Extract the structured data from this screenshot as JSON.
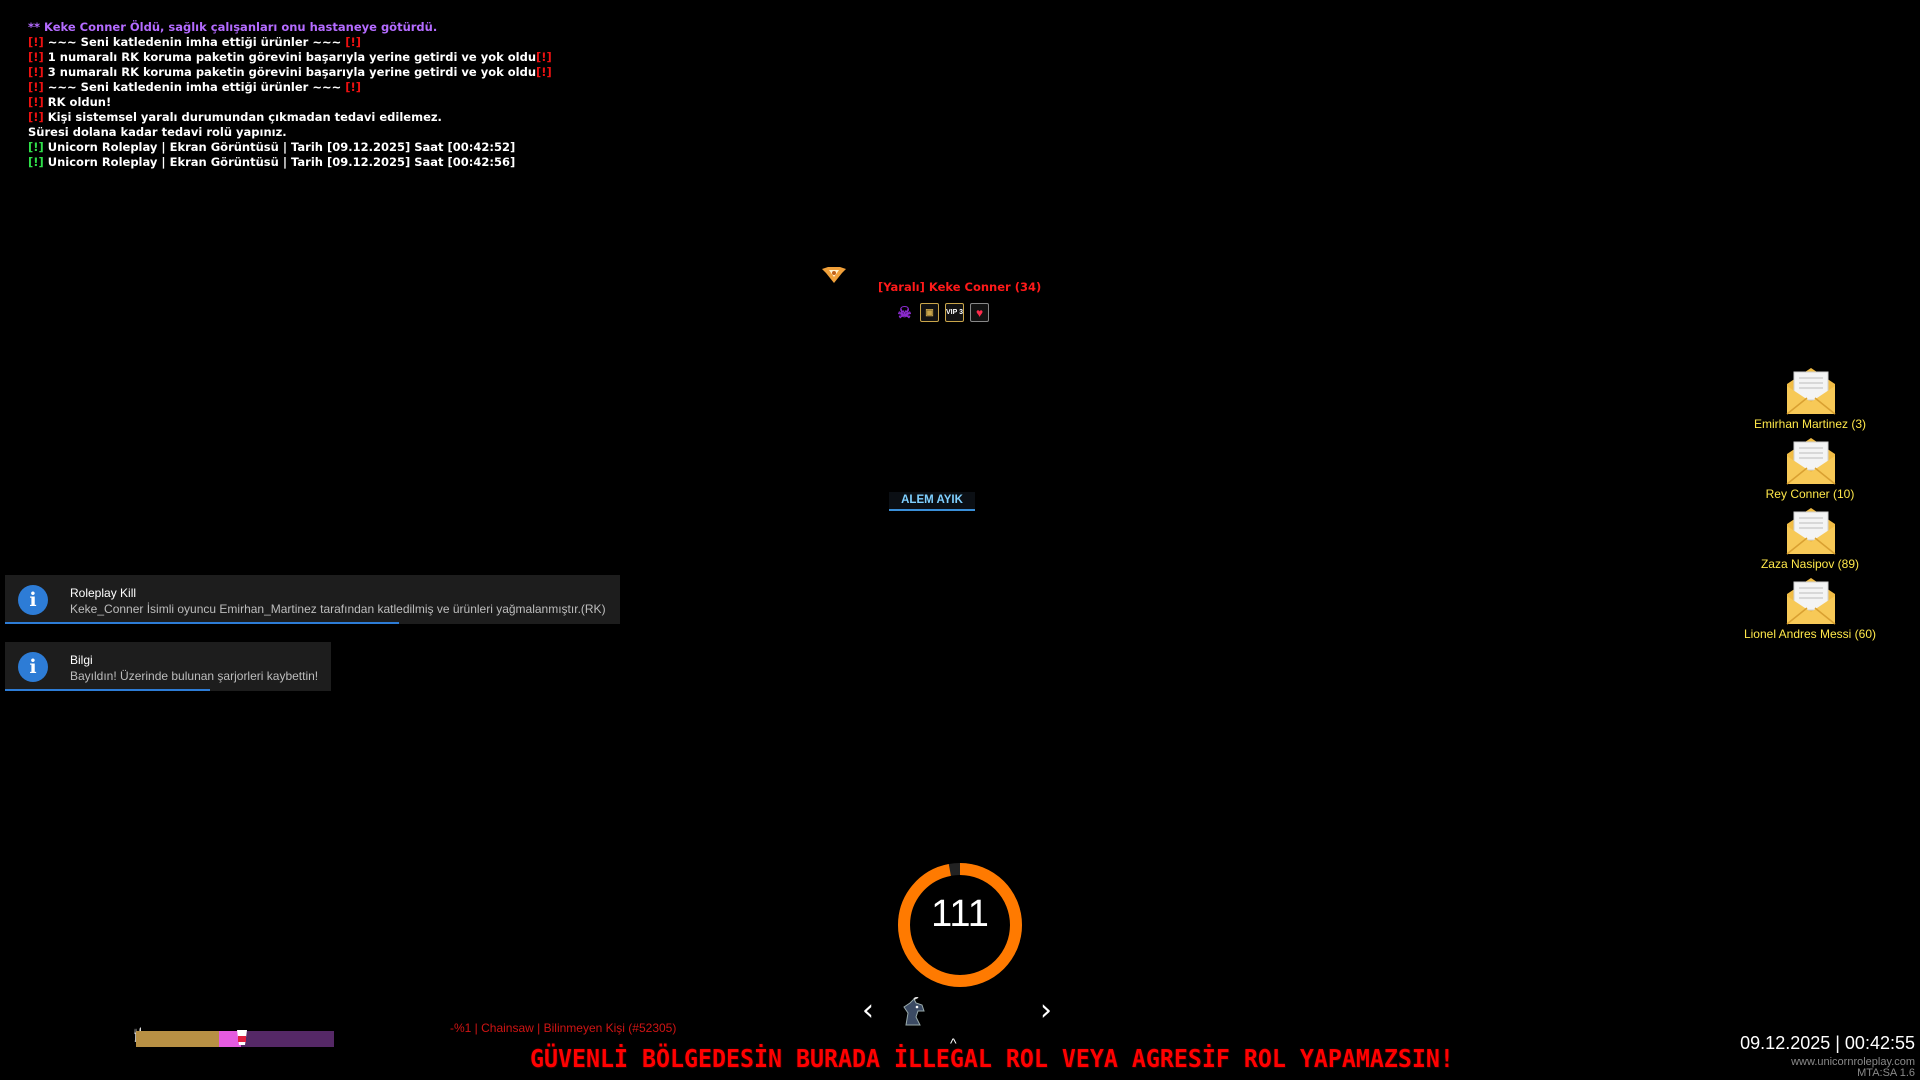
{
  "chat": {
    "lines": [
      {
        "prefix": "",
        "text": " ** Keke Conner Öldü, sağlık çalışanları onu hastaneye götürdü.",
        "suffix": ""
      },
      {
        "prefix": "[!]",
        "text": " ~~~ Seni katledenin imha ettiği ürünler ~~~ ",
        "suffix": "[!]"
      },
      {
        "prefix": "[!]",
        "text": " 1 numaralı RK koruma paketin görevini başarıyla yerine getirdi ve yok oldu",
        "suffix": "[!]"
      },
      {
        "prefix": "[!]",
        "text": " 3 numaralı RK koruma paketin görevini başarıyla yerine getirdi ve yok oldu",
        "suffix": "[!]"
      },
      {
        "prefix": "[!]",
        "text": " ~~~ Seni katledenin imha ettiği ürünler ~~~ ",
        "suffix": "[!]"
      },
      {
        "prefix": "[!]",
        "text": " RK oldun!",
        "suffix": ""
      },
      {
        "prefix": "[!]",
        "text": " Kişi sistemsel yaralı durumundan çıkmadan tedavi edilemez.",
        "suffix": ""
      },
      {
        "prefix": "",
        "text": "  Süresi dolana kadar tedavi rolü yapınız.",
        "suffix": ""
      },
      {
        "prefix": "[!]",
        "text": " Unicorn Roleplay | Ekran Görüntüsü | Tarih [09.12.2025] Saat [00:42:52]",
        "suffix": ""
      },
      {
        "prefix": "[!]",
        "text": " Unicorn Roleplay | Ekran Görüntüsü | Tarih [09.12.2025] Saat [00:42:56]",
        "suffix": ""
      }
    ]
  },
  "player": {
    "nametag": "[Yaralı] Keke Conner (34)",
    "badges": [
      "skull-icon",
      "id-card-icon",
      "VIP 3",
      "heart-icon"
    ],
    "vip_label": "VIP 3"
  },
  "zone": {
    "label": "ALEM AYIK"
  },
  "notifications": [
    {
      "title": "Roleplay Kill",
      "message": "Keke_Conner İsimli oyuncu Emirhan_Martinez tarafından katledilmiş ve ürünleri yağmalanmıştır.(RK)",
      "progress": 0.64
    },
    {
      "title": "Bilgi",
      "message": "Bayıldın! Üzerinde bulunan şarjorleri kaybettin!",
      "progress": 0.63
    }
  ],
  "envelopes": [
    {
      "label": "Emirhan Martinez (3)"
    },
    {
      "label": "Rey Conner (10)"
    },
    {
      "label": "Zaza Nasipov (89)"
    },
    {
      "label": "Lionel Andres Messi (60)"
    }
  ],
  "ring": {
    "value": "111",
    "color": "#ff7a00",
    "fill": 0.97
  },
  "weapon": {
    "prev": "‹",
    "next": "›"
  },
  "hud": {
    "gold_level": 0.42,
    "pink_level": 0.11
  },
  "damage_line": "-%1 | Chainsaw | Bilinmeyen Kişi (#52305)",
  "warning": "GÜVENLİ BÖLGEDESİN BURADA İLLEGAL ROL VEYA AGRESİF ROL YAPAMAZSIN!",
  "clock": "09.12.2025 | 00:42:55",
  "site": "www.unicornroleplay.com",
  "version": "MTA:SA 1.6",
  "colors": {
    "chat_purple": "#b46bff",
    "bang_red": "#e11111",
    "bang_green": "#2ee04a",
    "envelope_label": "#ffe84a",
    "warning": "#ff0000",
    "accent_blue": "#2d7cd6"
  }
}
